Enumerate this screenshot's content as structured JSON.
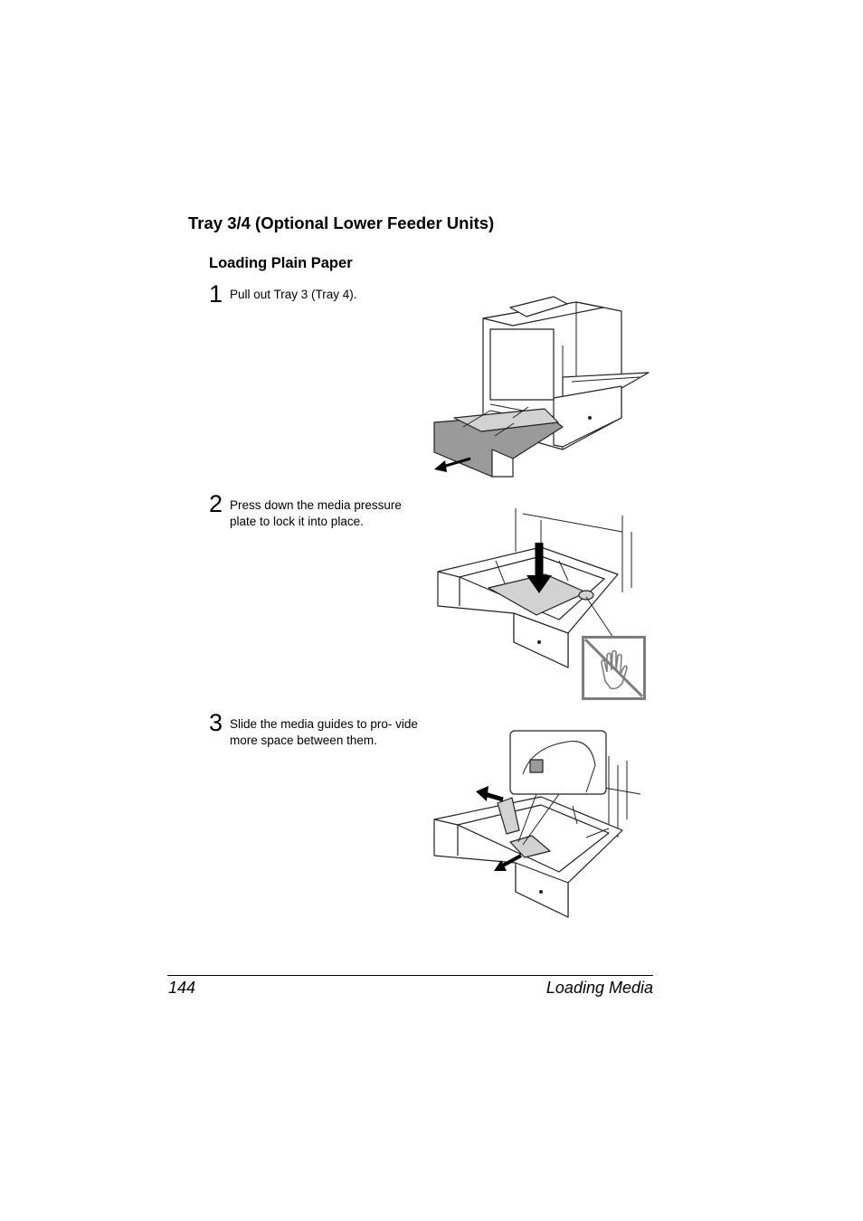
{
  "section": {
    "title": "Tray 3/4 (Optional Lower Feeder Units)"
  },
  "subsection": {
    "title": "Loading Plain Paper"
  },
  "steps": [
    {
      "number": "1",
      "text": "Pull out Tray 3 (Tray 4)."
    },
    {
      "number": "2",
      "text": "Press down the media pressure plate to lock it into place."
    },
    {
      "number": "3",
      "text": "Slide the media guides to pro- vide more space between them."
    }
  ],
  "footer": {
    "page_number": "144",
    "chapter": "Loading Media"
  },
  "illustrations": {
    "step1": "printer-tray-pulled-out-illustration",
    "step2": "tray-pressure-plate-illustration",
    "step3": "tray-media-guides-illustration",
    "caution": "do-not-touch-hand-icon"
  }
}
